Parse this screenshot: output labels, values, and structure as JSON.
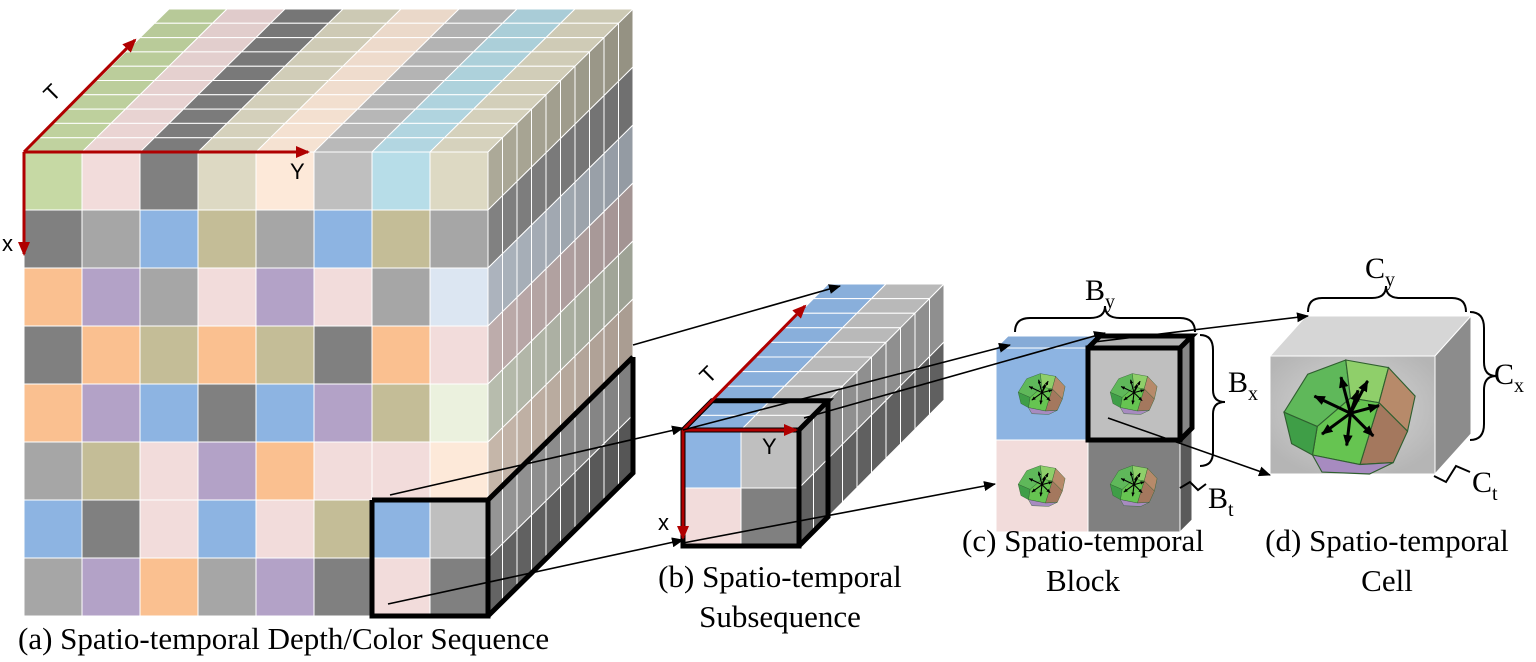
{
  "captions": {
    "a": "(a) Spatio-temporal Depth/Color Sequence",
    "b_line1": "(b) Spatio-temporal",
    "b_line2": "Subsequence",
    "c_line1": "(c) Spatio-temporal",
    "c_line2": "Block",
    "d_line1": "(d) Spatio-temporal",
    "d_line2": "Cell"
  },
  "axes": {
    "big": {
      "t": "T",
      "y": "Y",
      "x": "x"
    },
    "sub": {
      "t": "T",
      "y": "Y",
      "x": "x"
    }
  },
  "dimensions": {
    "By": {
      "base": "B",
      "sub": "y"
    },
    "Bx": {
      "base": "B",
      "sub": "x"
    },
    "Bt": {
      "base": "B",
      "sub": "t"
    },
    "Cy": {
      "base": "C",
      "sub": "y"
    },
    "Cx": {
      "base": "C",
      "sub": "x"
    },
    "Ct": {
      "base": "C",
      "sub": "t"
    }
  },
  "colors": {
    "axis": "#b00000",
    "highlight": "#000000",
    "green": "#c6d9a4",
    "pink": "#f2dcdb",
    "dark": "#808080",
    "beige": "#ddd9c3",
    "peach": "#fde9d9",
    "gray": "#bfbfbf",
    "sky": "#b7dde8",
    "blue": "#8db4e2",
    "olive": "#c4bd97",
    "midgray": "#a6a6a6",
    "orange": "#fac090",
    "purple": "#b3a2c7",
    "paleblue": "#dce6f2",
    "palegreen": "#ebf1de"
  },
  "grid_colors": [
    [
      "green",
      "pink",
      "dark",
      "beige",
      "peach",
      "gray",
      "sky",
      "beige"
    ],
    [
      "dark",
      "midgray",
      "blue",
      "olive",
      "midgray",
      "blue",
      "olive",
      "midgray"
    ],
    [
      "orange",
      "purple",
      "midgray",
      "pink",
      "purple",
      "pink",
      "midgray",
      "paleblue"
    ],
    [
      "dark",
      "orange",
      "olive",
      "orange",
      "olive",
      "dark",
      "orange",
      "pink"
    ],
    [
      "orange",
      "purple",
      "blue",
      "dark",
      "blue",
      "purple",
      "olive",
      "palegreen"
    ],
    [
      "midgray",
      "olive",
      "pink",
      "purple",
      "orange",
      "pink",
      "pink",
      "peach"
    ],
    [
      "blue",
      "dark",
      "pink",
      "blue",
      "pink",
      "olive",
      "blue",
      "gray"
    ],
    [
      "midgray",
      "purple",
      "orange",
      "midgray",
      "purple",
      "dark",
      "pink",
      "dark"
    ]
  ],
  "sub_grid_colors": [
    [
      "blue",
      "gray"
    ],
    [
      "pink",
      "dark"
    ]
  ],
  "block_grid_colors": [
    [
      "blue",
      "gray"
    ],
    [
      "pink",
      "dark"
    ]
  ]
}
